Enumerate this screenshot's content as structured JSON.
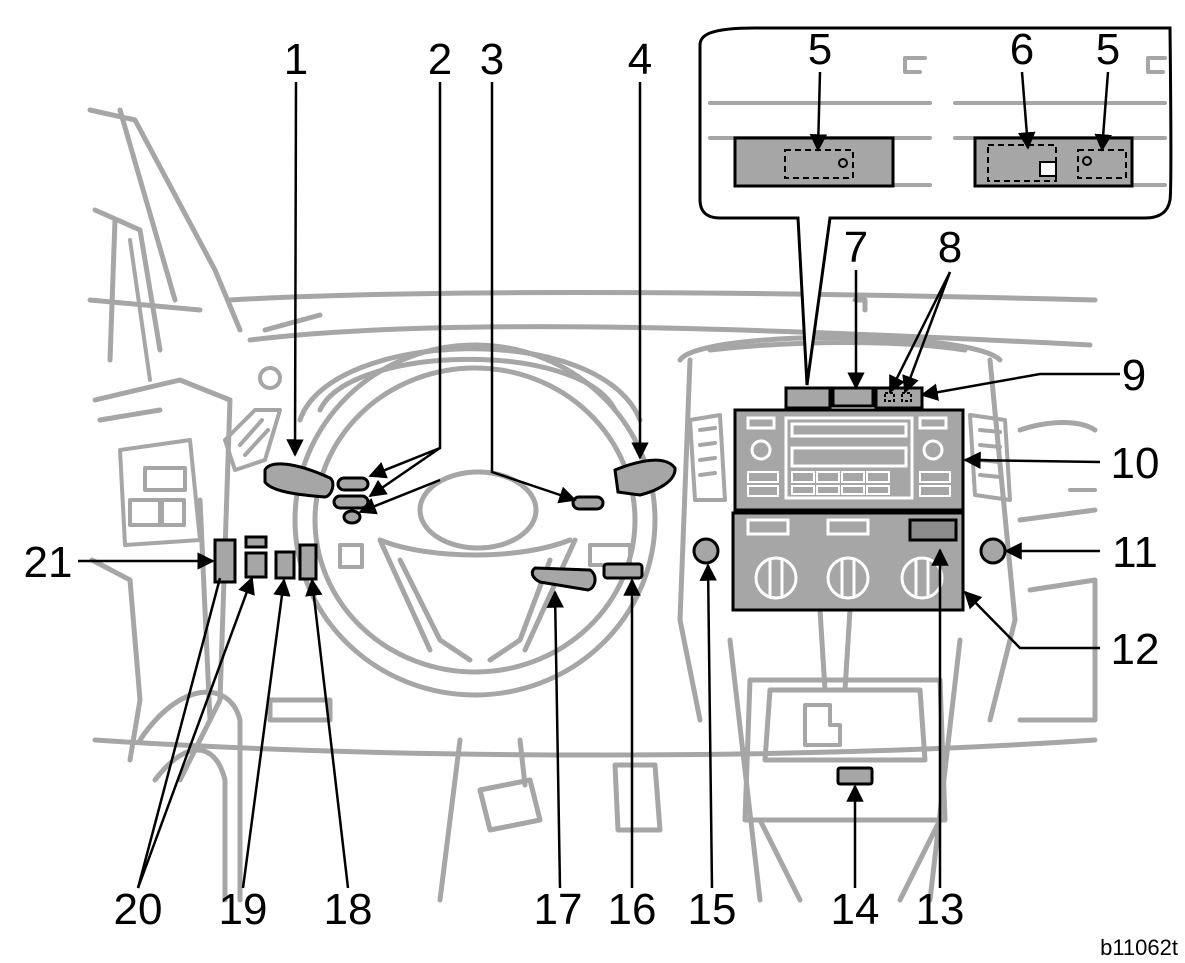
{
  "figure_code": "b11062t",
  "callouts": {
    "c1": "1",
    "c2": "2",
    "c3": "3",
    "c4": "4",
    "c5a": "5",
    "c6": "6",
    "c5b": "5",
    "c7": "7",
    "c8": "8",
    "c9": "9",
    "c10": "10",
    "c11": "11",
    "c12": "12",
    "c13": "13",
    "c14": "14",
    "c15": "15",
    "c16": "16",
    "c17": "17",
    "c18": "18",
    "c19": "19",
    "c20": "20",
    "c21": "21"
  },
  "colors": {
    "line": "#a6a6a6",
    "component": "#a6a6a6",
    "outline": "#000000"
  }
}
